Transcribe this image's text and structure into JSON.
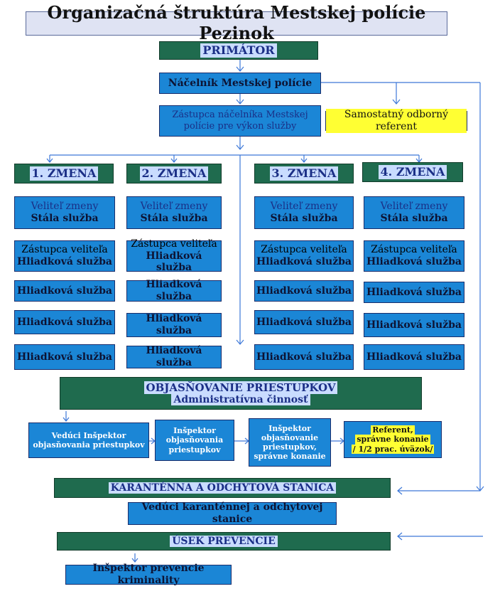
{
  "title": "Organizačná štruktúra Mestskej polície Pezinok",
  "primator": "PRIMÁTOR",
  "nacelnik": "Náčelník Mestskej polície",
  "zastupca_nacelnika": [
    "Zástupca náčelníka Mestskej",
    "polície pre výkon služby"
  ],
  "referent": "Samostatný odborný referent",
  "shifts": [
    {
      "label": "1. ZMENA",
      "velitel": [
        "Veliteľ zmeny",
        "Stála služba"
      ],
      "zastupca": [
        "Zástupca veliteľa",
        "Hliadková služba"
      ],
      "hliadky": [
        "Hliadková služba",
        "Hliadková služba",
        "Hliadková služba"
      ]
    },
    {
      "label": "2. ZMENA",
      "velitel": [
        "Veliteľ zmeny",
        "Stála služba"
      ],
      "zastupca": [
        "Zástupca veliteľa",
        "Hliadková služba"
      ],
      "hliadky": [
        "Hliadková služba",
        "Hliadková služba",
        "Hliadková služba"
      ]
    },
    {
      "label": "3. ZMENA",
      "velitel": [
        "Veliteľ zmeny",
        "Stála služba"
      ],
      "zastupca": [
        "Zástupca veliteľa",
        "Hliadková služba"
      ],
      "hliadky": [
        "Hliadková služba",
        "Hliadková služba",
        "Hliadková služba"
      ]
    },
    {
      "label": "4. ZMENA",
      "velitel": [
        "Veliteľ zmeny",
        "Stála služba"
      ],
      "zastupca": [
        "Zástupca veliteľa",
        "Hliadková služba"
      ],
      "hliadky": [
        "Hliadková služba",
        "Hliadková služba",
        "Hliadková služba"
      ]
    }
  ],
  "objasnovanie": {
    "title": "OBJASŇOVANIE PRIESTUPKOV",
    "subtitle": "Administratívna činnosť"
  },
  "objasnovanie_units": [
    [
      "Vedúci Inšpektor",
      "objasňovania priestupkov"
    ],
    [
      "Inšpektor",
      "objasňovania",
      "priestupkov"
    ],
    [
      "Inšpektor",
      "objasňovanie",
      "priestupkov,",
      "správne konanie"
    ],
    [
      "Referent,",
      "správne konanie",
      "/ 1/2 prac. úväzok/"
    ]
  ],
  "karantena": {
    "title": "KARANTÉNNA A ODCHYTOVÁ STANICA",
    "veduci": "Vedúci karanténnej a odchytovej stanice"
  },
  "prevencia": {
    "title": "ÚSEK PREVENCIE",
    "inspektor": "Inšpektor prevencie kriminality"
  },
  "colors": {
    "box_blue": "#1b86d6",
    "box_green": "#1f6b4e",
    "label_bg": "#c9dcff",
    "highlight": "#ffff33",
    "line": "#3d78d8"
  }
}
